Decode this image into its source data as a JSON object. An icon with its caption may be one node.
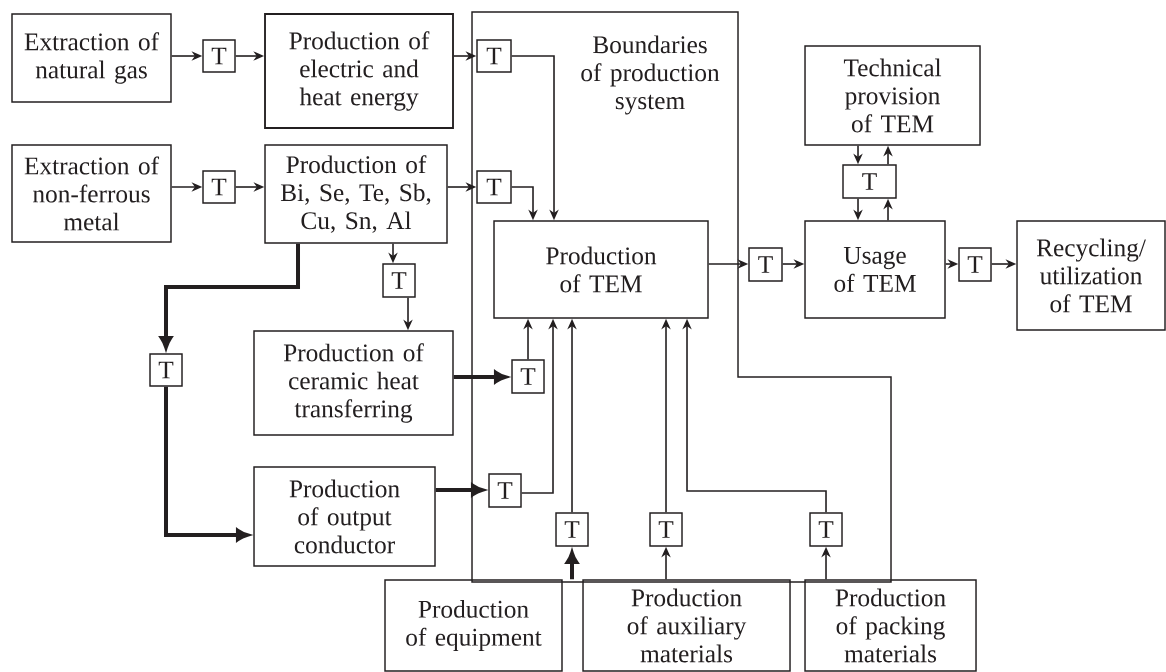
{
  "diagram": {
    "nodes": [
      {
        "text": [
          "Extraction of natural gas"
        ]
      },
      {
        "text": [
          "T"
        ]
      },
      {
        "text": [
          "Production of electric and heat energy"
        ]
      },
      {
        "text": [
          "Extraction of non-ferrous metal"
        ]
      },
      {
        "text": [
          "T"
        ]
      },
      {
        "text": [
          "Production of Bi, Se, Te, Sb, Cu, Sn, Al"
        ]
      },
      {
        "text": [
          "Boundaries of production system"
        ]
      },
      {
        "text": [
          "T"
        ],
        "in": 6
      },
      {
        "text": [
          "T"
        ],
        "in": 6
      },
      {
        "text": [
          "Production of TEM"
        ],
        "in": 6
      },
      {
        "text": [
          "T"
        ]
      },
      {
        "text": [
          "T"
        ]
      },
      {
        "text": [
          "Production of ceramic heat transferring"
        ]
      },
      {
        "text": [
          "T"
        ],
        "in": 6
      },
      {
        "text": [
          "Production of output conductor"
        ]
      },
      {
        "text": [
          "T"
        ],
        "in": 6
      },
      {
        "text": [
          "T"
        ],
        "in": 6
      },
      {
        "text": [
          "T"
        ],
        "in": 6
      },
      {
        "text": [
          "T"
        ],
        "in": 6
      },
      {
        "text": [
          "Technical provision of TEM"
        ]
      },
      {
        "text": [
          "T"
        ]
      },
      {
        "text": [
          "Usage of TEM"
        ]
      },
      {
        "text": [
          "T"
        ]
      },
      {
        "text": [
          "Recycling/ utilization of TEM"
        ]
      },
      {
        "text": [
          "T"
        ]
      },
      {
        "text": [
          "Production of equipment"
        ]
      },
      {
        "text": [
          "Production of auxiliary materials"
        ]
      },
      {
        "text": [
          "Production of packing materials"
        ]
      }
    ],
    "edges": [
      {
        "from": 0,
        "to": 1,
        "arrow": "to"
      },
      {
        "from": 1,
        "to": 2,
        "arrow": "to"
      },
      {
        "from": 2,
        "to": 7,
        "arrow": "to"
      },
      {
        "from": 7,
        "to": 9,
        "arrow": "to"
      },
      {
        "from": 3,
        "to": 4,
        "arrow": "to"
      },
      {
        "from": 4,
        "to": 5,
        "arrow": "to"
      },
      {
        "from": 5,
        "to": 8,
        "arrow": "to"
      },
      {
        "from": 8,
        "to": 9,
        "arrow": "to"
      },
      {
        "from": 5,
        "to": 10,
        "arrow": "to"
      },
      {
        "from": 10,
        "to": 12,
        "arrow": "to"
      },
      {
        "from": 5,
        "to": 11,
        "arrow": "to",
        "style": "thick"
      },
      {
        "from": 11,
        "to": 14,
        "arrow": "to",
        "style": "thick"
      },
      {
        "from": 12,
        "to": 13,
        "arrow": "to",
        "style": "thick"
      },
      {
        "from": 13,
        "to": 9,
        "arrow": "to"
      },
      {
        "from": 14,
        "to": 15,
        "arrow": "to",
        "style": "thick"
      },
      {
        "from": 15,
        "to": 9,
        "arrow": "to"
      },
      {
        "from": 16,
        "to": 9,
        "arrow": "to"
      },
      {
        "from": 17,
        "to": 9,
        "arrow": "to"
      },
      {
        "from": 18,
        "to": 9,
        "arrow": "to"
      },
      {
        "from": 25,
        "to": 16,
        "arrow": "to",
        "style": "thick"
      },
      {
        "from": 26,
        "to": 17,
        "arrow": "to"
      },
      {
        "from": 27,
        "to": 18,
        "arrow": "to"
      },
      {
        "from": 9,
        "to": 22,
        "arrow": "to"
      },
      {
        "from": 22,
        "to": 21,
        "arrow": "to"
      },
      {
        "from": 21,
        "to": 24,
        "arrow": "to"
      },
      {
        "from": 24,
        "to": 23,
        "arrow": "to"
      },
      {
        "from": 19,
        "to": 20,
        "arrow": "to"
      },
      {
        "from": 20,
        "to": 19,
        "arrow": "to"
      },
      {
        "from": 20,
        "to": 21,
        "arrow": "to"
      },
      {
        "from": 21,
        "to": 20,
        "arrow": "to"
      }
    ]
  }
}
